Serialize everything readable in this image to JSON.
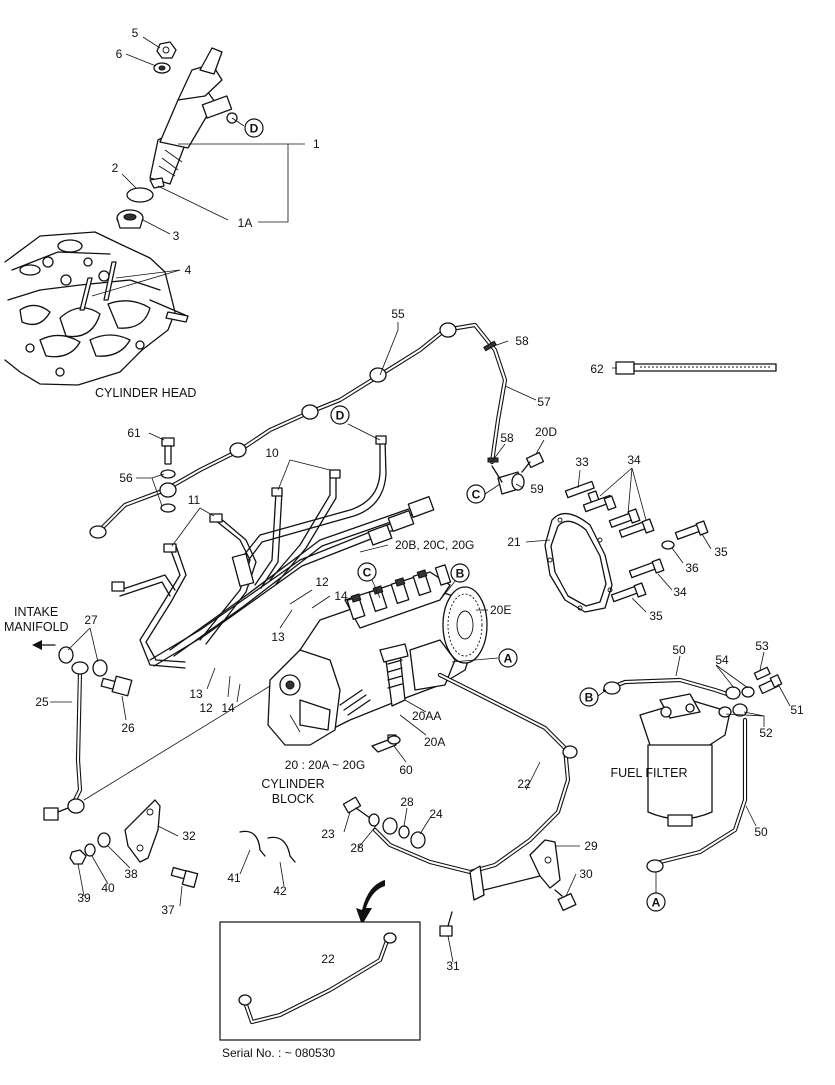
{
  "callouts": {
    "c1": "1",
    "c1A": "1A",
    "c2": "2",
    "c3": "3",
    "c4": "4",
    "c5": "5",
    "c6": "6",
    "c10": "10",
    "c11": "11",
    "c12a": "12",
    "c12b": "12",
    "c13a": "13",
    "c13b": "13",
    "c14a": "14",
    "c14b": "14",
    "c20": "20 : 20A ~ 20G",
    "c20AA": "20AA",
    "c20A": "20A",
    "c20BCG": "20B, 20C, 20G",
    "c20D": "20D",
    "c20E": "20E",
    "c21": "21",
    "c22a": "22",
    "c22b": "22",
    "c23": "23",
    "c24": "24",
    "c25": "25",
    "c26": "26",
    "c27": "27",
    "c28a": "28",
    "c28b": "28",
    "c29": "29",
    "c30": "30",
    "c31": "31",
    "c32": "32",
    "c33": "33",
    "c34a": "34",
    "c34b": "34",
    "c35a": "35",
    "c35b": "35",
    "c36": "36",
    "c37": "37",
    "c38": "38",
    "c39": "39",
    "c40": "40",
    "c41": "41",
    "c42": "42",
    "c50a": "50",
    "c50b": "50",
    "c51": "51",
    "c52": "52",
    "c53": "53",
    "c54": "54",
    "c55": "55",
    "c56": "56",
    "c57": "57",
    "c58a": "58",
    "c58b": "58",
    "c59": "59",
    "c60": "60",
    "c61": "61",
    "c62": "62"
  },
  "refs": {
    "A1": "A",
    "A2": "A",
    "B1": "B",
    "B2": "B",
    "C1": "C",
    "C2": "C",
    "D1": "D",
    "D2": "D"
  },
  "labels": {
    "cylinder_head": "CYLINDER HEAD",
    "intake_manifold_1": "INTAKE",
    "intake_manifold_2": "MANIFOLD",
    "cylinder_block_1": "CYLINDER",
    "cylinder_block_2": "BLOCK",
    "fuel_filter": "FUEL FILTER",
    "serial": "Serial No. : ~ 080530"
  }
}
